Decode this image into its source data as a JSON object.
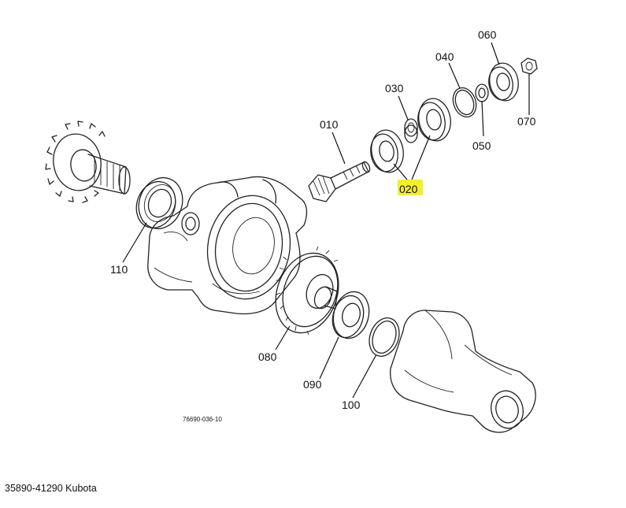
{
  "caption": "35890-41290 Kubota",
  "drawing_ref": "76690-036-10",
  "highlight_color": "#f2ef2f",
  "callouts": [
    {
      "id": "010",
      "text": "010"
    },
    {
      "id": "020",
      "text": "020",
      "highlighted": true
    },
    {
      "id": "030",
      "text": "030"
    },
    {
      "id": "040",
      "text": "040"
    },
    {
      "id": "050",
      "text": "050"
    },
    {
      "id": "060",
      "text": "060"
    },
    {
      "id": "070",
      "text": "070"
    },
    {
      "id": "080",
      "text": "080"
    },
    {
      "id": "090",
      "text": "090"
    },
    {
      "id": "100",
      "text": "100"
    },
    {
      "id": "110",
      "text": "110"
    }
  ]
}
